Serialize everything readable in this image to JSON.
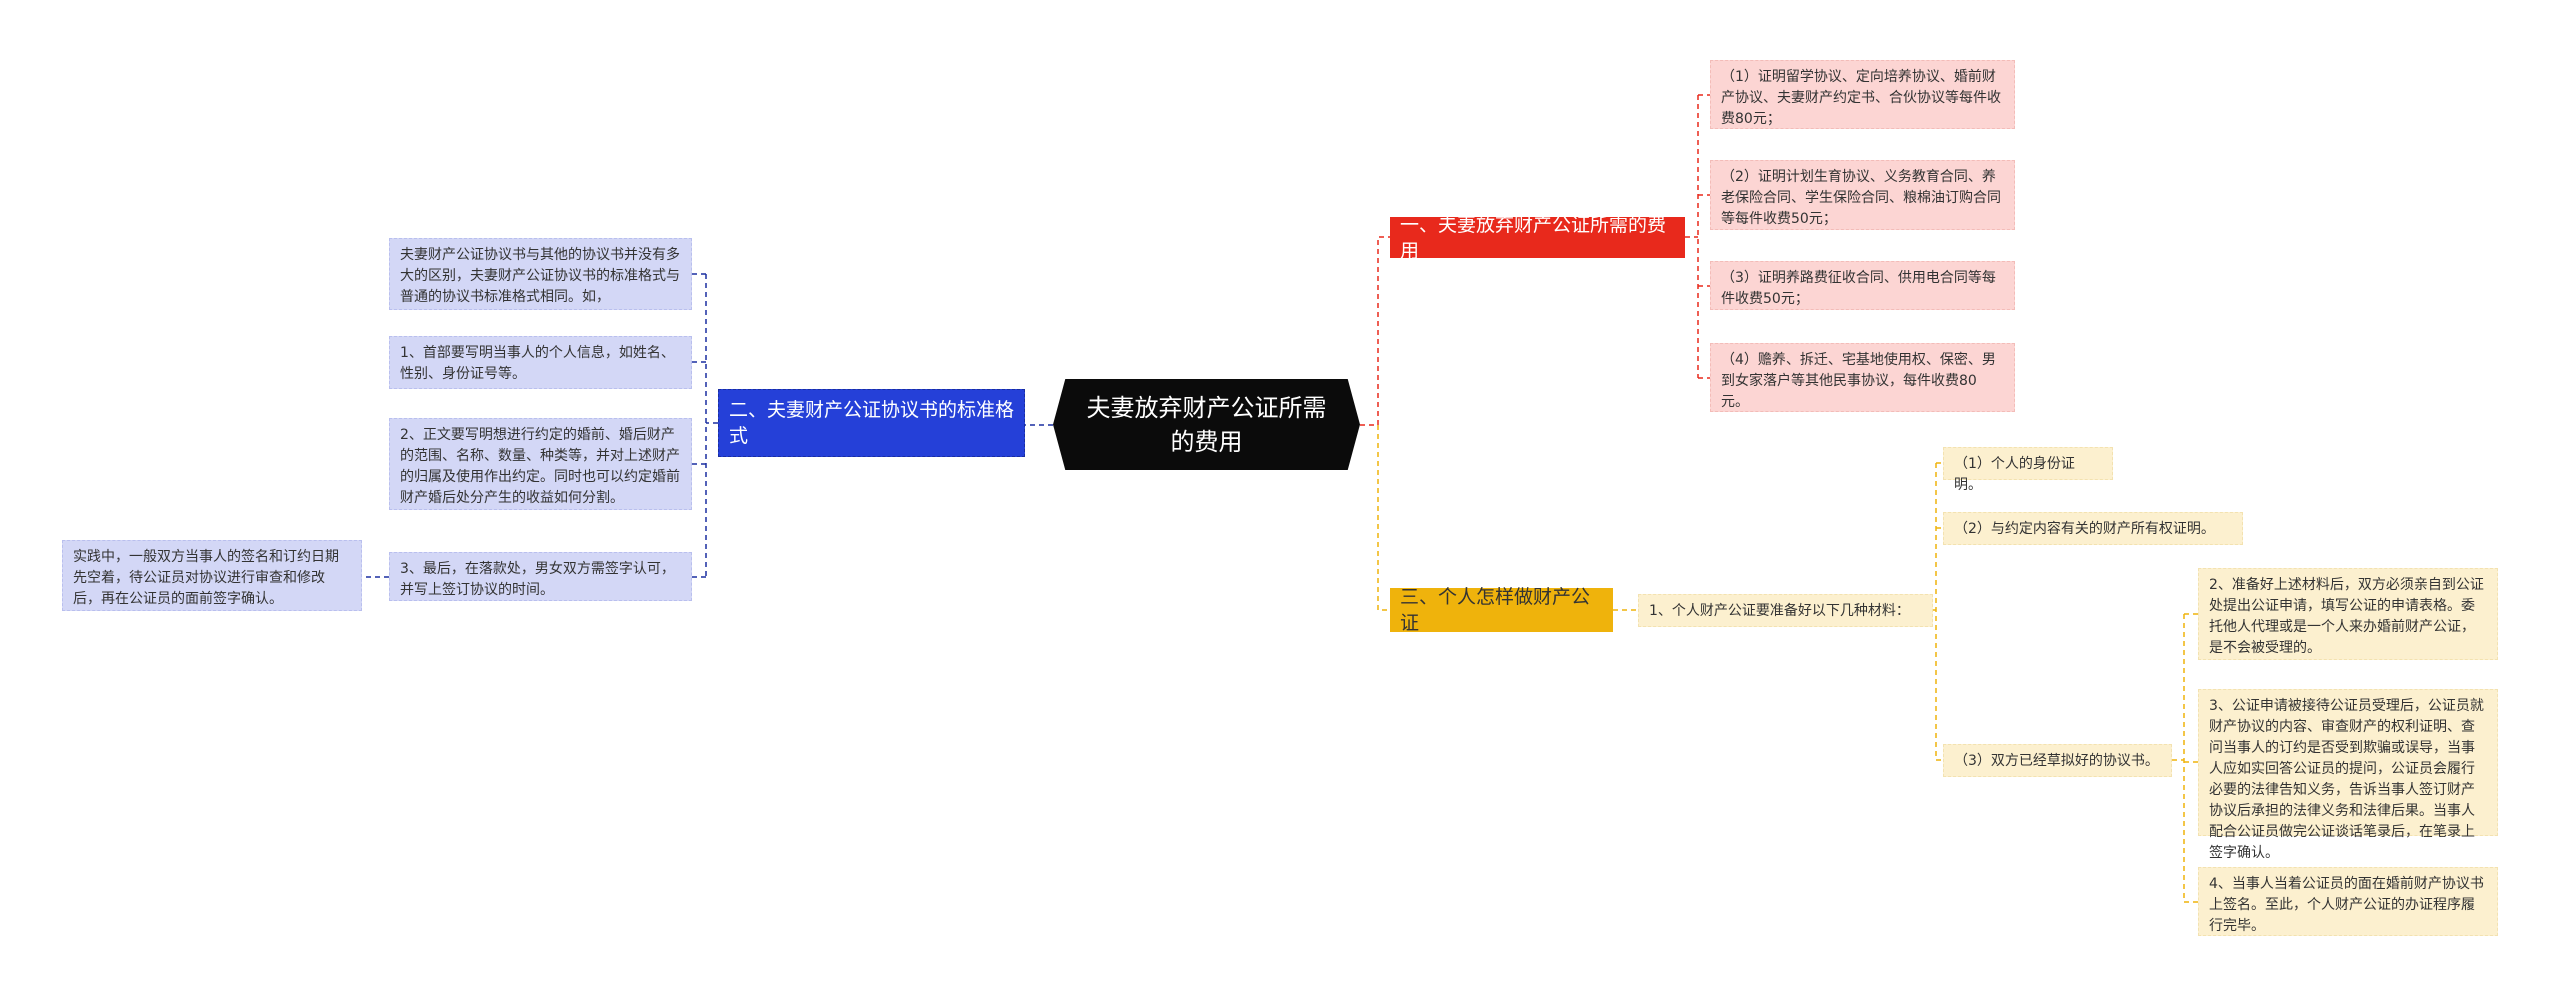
{
  "root": {
    "label": "夫妻放弃财产公证所需的费用"
  },
  "branches": [
    {
      "label": "一、夫妻放弃财产公证所需的费用",
      "color": "#e8291c",
      "children": [
        "（1）证明留学协议、定向培养协议、婚前财产协议、夫妻财产约定书、合伙协议等每件收费80元；",
        "（2）证明计划生育协议、义务教育合同、养老保险合同、学生保险合同、粮棉油订购合同等每件收费50元；",
        "（3）证明养路费征收合同、供用电合同等每件收费50元；",
        "（4）赡养、拆迁、宅基地使用权、保密、男到女家落户等其他民事协议，每件收费80元。"
      ]
    },
    {
      "label": "二、夫妻财产公证协议书的标准格式",
      "color": "#2540d8",
      "children": [
        "夫妻财产公证协议书与其他的协议书并没有多大的区别，夫妻财产公证协议书的标准格式与普通的协议书标准格式相同。如，",
        "1、首部要写明当事人的个人信息，如姓名、性别、身份证号等。",
        "2、正文要写明想进行约定的婚前、婚后财产的范围、名称、数量、种类等，并对上述财产的归属及使用作出约定。同时也可以约定婚前财产婚后处分产生的收益如何分割。",
        "3、最后，在落款处，男女双方需签字认可，并写上签订协议的时间。"
      ],
      "sub": "实践中，一般双方当事人的签名和订约日期先空着，待公证员对协议进行审查和修改后，再在公证员的面前签字确认。"
    },
    {
      "label": "三、个人怎样做财产公证",
      "color": "#efb30c",
      "child": "1、个人财产公证要准备好以下几种材料：",
      "items": [
        "（1）个人的身份证明。",
        "（2）与约定内容有关的财产所有权证明。",
        "（3）双方已经草拟好的协议书。"
      ],
      "steps": [
        "2、准备好上述材料后，双方必须亲自到公证处提出公证申请，填写公证的申请表格。委托他人代理或是一个人来办婚前财产公证，是不会被受理的。",
        "3、公证申请被接待公证员受理后，公证员就财产协议的内容、审查财产的权利证明、查问当事人的订约是否受到欺骗或误导，当事人应如实回答公证员的提问，公证员会履行必要的法律告知义务，告诉当事人签订财产协议后承担的法律义务和法律后果。当事人配合公证员做完公证谈话笔录后，在笔录上签字确认。",
        "4、当事人当着公证员的面在婚前财产协议书上签名。至此，个人财产公证的办证程序履行完毕。"
      ]
    }
  ]
}
